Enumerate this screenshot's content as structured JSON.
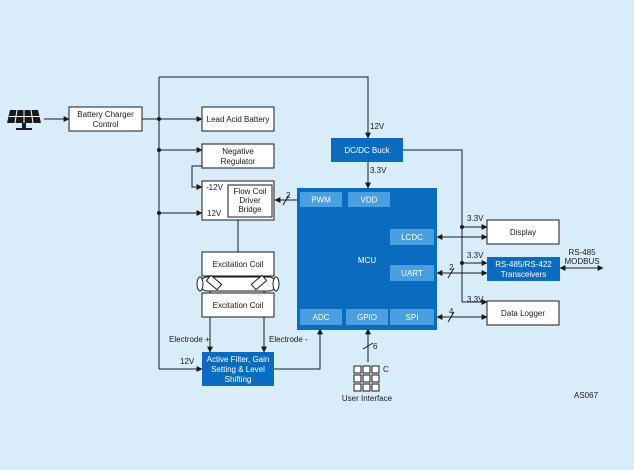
{
  "blocks": {
    "battery_charger_control": [
      "Battery Charger",
      "Control"
    ],
    "lead_acid_battery": "Lead Acid Battery",
    "negative_regulator": [
      "Negative",
      "Regulator"
    ],
    "flow_coil_driver_bridge": [
      "Flow Coil",
      "Driver",
      "Bridge"
    ],
    "excitation_coil_top": "Excitation Coil",
    "excitation_coil_bottom": "Excitation Coil",
    "dc_dc_buck": "DC/DC Buck",
    "mcu": "MCU",
    "pwm": "PWM",
    "vdd": "VDD",
    "lcdc": "LCDC",
    "uart": "UART",
    "adc": "ADC",
    "gpio": "GPIO",
    "spi": "SPI",
    "display": "Display",
    "transceivers": [
      "RS-485/RS-422",
      "Transceivers"
    ],
    "data_logger": "Data Logger",
    "active_filter": [
      "Active Filter, Gain",
      "Setting & Level",
      "Shifting"
    ]
  },
  "labels": {
    "v12_buck": "12V",
    "v33_buck": "3.3V",
    "neg12v": "-12V",
    "pos12v": "12V",
    "bus2_pwm": "2",
    "v33_display": "3.3V",
    "v33_transceiver": "3.3V",
    "v33_logger": "3.3V",
    "bus2_uart": "2",
    "bus4_spi": "4",
    "bus6_gpio": "6",
    "rs485_modbus": [
      "RS-485",
      "MODBUS"
    ],
    "electrode_plus": "Electrode +",
    "electrode_minus": "Electrode -",
    "v12_filter": "12V",
    "keypad_c": "C",
    "user_interface": "User Interface",
    "figure_id": "AS067"
  },
  "icons": {
    "solar_panel": "solar-panel-icon",
    "keypad": "keypad-icon"
  },
  "colors": {
    "background": "#d8ecfa",
    "block_blue": "#0b6cbf",
    "sub_block_blue": "#4a9fe0"
  }
}
